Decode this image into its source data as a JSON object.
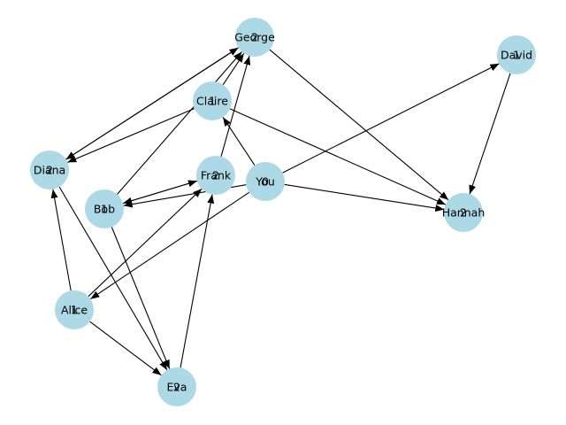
{
  "colors": {
    "node_fill": "#add8e6",
    "edge": "#000000",
    "text": "#000000",
    "background": "#ffffff"
  },
  "nodes": [
    {
      "id": "George",
      "name": "George",
      "distance": "2"
    },
    {
      "id": "David",
      "name": "David",
      "distance": "1"
    },
    {
      "id": "Claire",
      "name": "Claire",
      "distance": "1"
    },
    {
      "id": "Diana",
      "name": "Diana",
      "distance": "2"
    },
    {
      "id": "Frank",
      "name": "Frank",
      "distance": "2"
    },
    {
      "id": "You",
      "name": "You",
      "distance": "0"
    },
    {
      "id": "Bob",
      "name": "Bob",
      "distance": "1"
    },
    {
      "id": "Hannah",
      "name": "Hannah",
      "distance": "2"
    },
    {
      "id": "Alice",
      "name": "Alice",
      "distance": "1"
    },
    {
      "id": "Eva",
      "name": "Eva",
      "distance": "2"
    }
  ],
  "edges": [
    {
      "from": "You",
      "to": "Claire"
    },
    {
      "from": "You",
      "to": "David"
    },
    {
      "from": "You",
      "to": "Bob"
    },
    {
      "from": "You",
      "to": "Alice"
    },
    {
      "from": "You",
      "to": "Hannah"
    },
    {
      "from": "Claire",
      "to": "George"
    },
    {
      "from": "Claire",
      "to": "Diana"
    },
    {
      "from": "Claire",
      "to": "Hannah"
    },
    {
      "from": "David",
      "to": "Hannah"
    },
    {
      "from": "Bob",
      "to": "George"
    },
    {
      "from": "Bob",
      "to": "Frank"
    },
    {
      "from": "Bob",
      "to": "Eva"
    },
    {
      "from": "Alice",
      "to": "Diana"
    },
    {
      "from": "Alice",
      "to": "Frank"
    },
    {
      "from": "Alice",
      "to": "Eva"
    },
    {
      "from": "Diana",
      "to": "George"
    },
    {
      "from": "Diana",
      "to": "Eva"
    },
    {
      "from": "Frank",
      "to": "George"
    },
    {
      "from": "Frank",
      "to": "Bob"
    },
    {
      "from": "George",
      "to": "Diana"
    },
    {
      "from": "George",
      "to": "Hannah"
    },
    {
      "from": "Eva",
      "to": "Frank"
    }
  ]
}
